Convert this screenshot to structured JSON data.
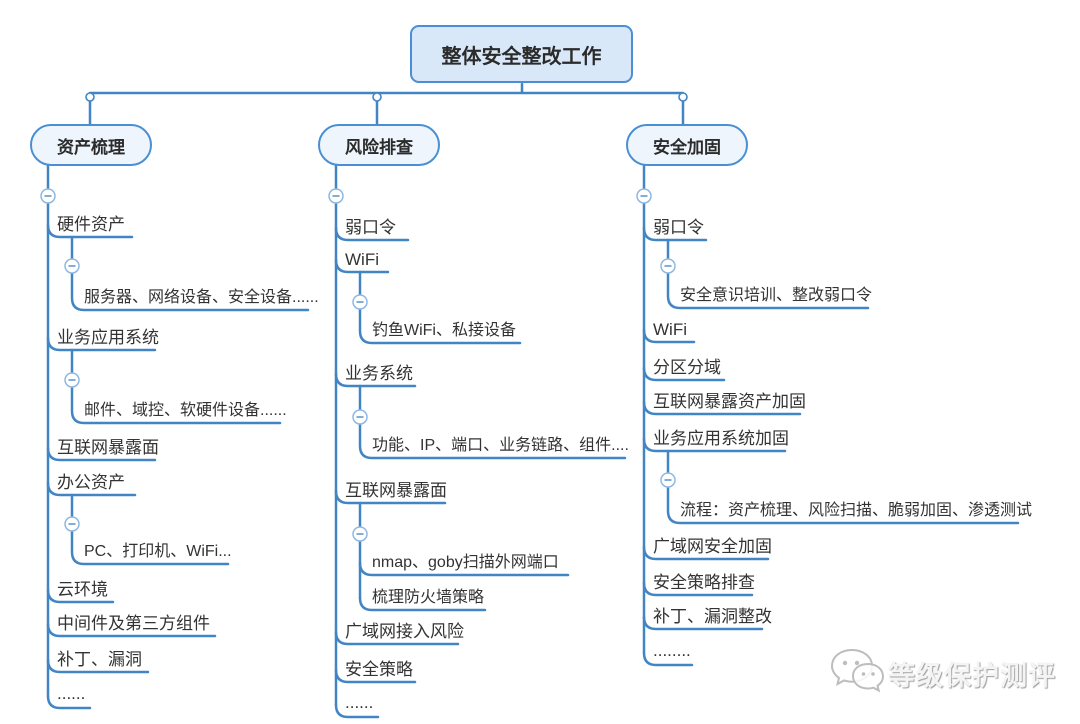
{
  "root": {
    "label": "整体安全整改工作"
  },
  "branches": [
    {
      "label": "资产梳理",
      "children": [
        {
          "label": "硬件资产",
          "children": [
            {
              "label": "服务器、网络设备、安全设备......"
            }
          ]
        },
        {
          "label": "业务应用系统",
          "children": [
            {
              "label": "邮件、域控、软硬件设备......"
            }
          ]
        },
        {
          "label": "互联网暴露面"
        },
        {
          "label": "办公资产",
          "children": [
            {
              "label": "PC、打印机、WiFi..."
            }
          ]
        },
        {
          "label": "云环境"
        },
        {
          "label": "中间件及第三方组件"
        },
        {
          "label": "补丁、漏洞"
        },
        {
          "label": "......"
        }
      ]
    },
    {
      "label": "风险排查",
      "children": [
        {
          "label": "弱口令"
        },
        {
          "label": "WiFi",
          "children": [
            {
              "label": "钓鱼WiFi、私接设备"
            }
          ]
        },
        {
          "label": "业务系统",
          "children": [
            {
              "label": "功能、IP、端口、业务链路、组件...."
            }
          ]
        },
        {
          "label": "互联网暴露面",
          "children": [
            {
              "label": "nmap、goby扫描外网端口"
            },
            {
              "label": "梳理防火墙策略"
            }
          ]
        },
        {
          "label": "广域网接入风险"
        },
        {
          "label": "安全策略"
        },
        {
          "label": "......"
        }
      ]
    },
    {
      "label": "安全加固",
      "children": [
        {
          "label": "弱口令",
          "children": [
            {
              "label": "安全意识培训、整改弱口令"
            }
          ]
        },
        {
          "label": "WiFi"
        },
        {
          "label": "分区分域"
        },
        {
          "label": "互联网暴露资产加固"
        },
        {
          "label": "业务应用系统加固",
          "children": [
            {
              "label": "流程：资产梳理、风险扫描、脆弱加固、渗透测试"
            }
          ]
        },
        {
          "label": "广域网安全加固"
        },
        {
          "label": "安全策略排查"
        },
        {
          "label": "补丁、漏洞整改"
        },
        {
          "label": "........"
        }
      ]
    }
  ],
  "watermark": {
    "text": "等级保护测评",
    "icon": "wechat-icon"
  },
  "colors": {
    "line": "#4285c5",
    "root_fill": "#d9e8f8",
    "pill_fill": "#eef5fc",
    "node_border": "#4a8fd3",
    "text": "#333333"
  }
}
